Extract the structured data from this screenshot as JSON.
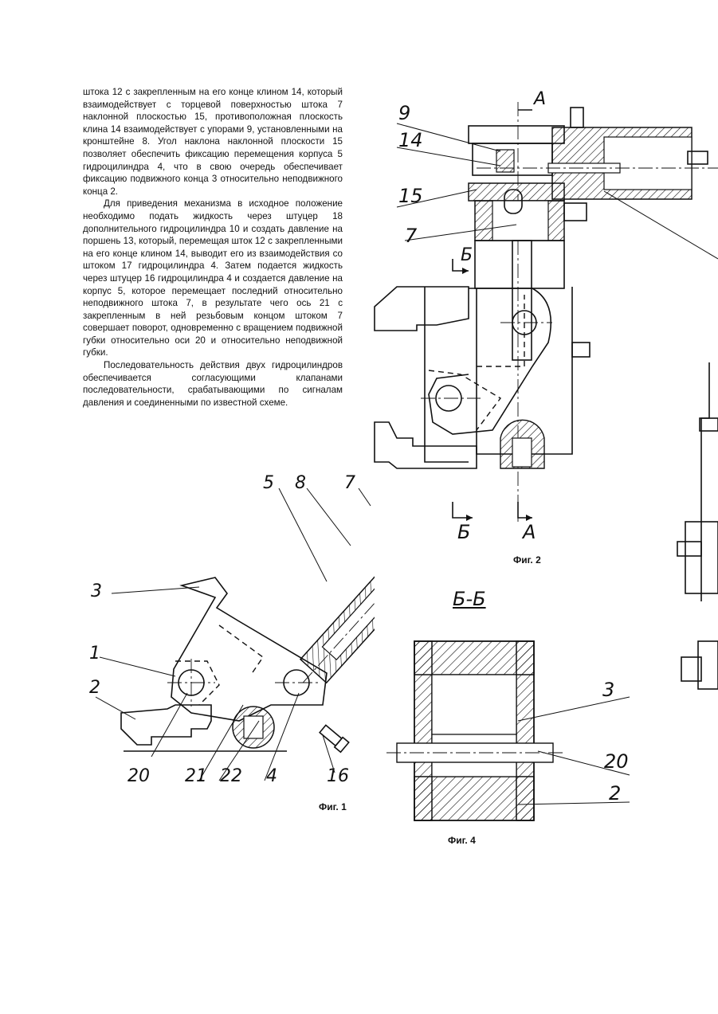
{
  "body": {
    "paragraphs": [
      "штока 12 с закрепленным на его конце клином 14, который взаимодействует с торцевой поверхностью штока 7 наклонной плоскостью 15, противоположная плоскость клина 14 взаимодействует с упорами 9, установленными на кронштейне 8. Угол наклона наклонной плоскости 15 позволяет обеспечить фиксацию перемещения корпуса 5 гидроцилиндра 4, что в свою очередь обеспечивает фиксацию подвижного конца 3 относительно неподвижного конца 2.",
      "Для приведения механизма в исходное положение необходимо подать жидкость через штуцер 18 дополнительного гидроцилиндра 10 и создать давление на поршень 13, который, перемещая шток 12 с закрепленными на его конце клином 14, выводит его из взаимодействия со штоком 17 гидроцилиндра 4. Затем подается жидкость через штуцер 16 гидроцилиндра 4 и создается давление на корпус 5, которое перемещает последний относительно неподвижного штока 7, в результате чего ось 21 с закрепленным в ней резьбовым концом штоком 7 совершает поворот, одновременно с вращением подвижной губки относительно оси 20 и относительно неподвижной губки.",
      "Последовательность действия двух гидроцилиндров обеспечивается согласующими клапанами последовательности, срабатывающими по сигналам давления и соединенными по известной схеме."
    ]
  },
  "figures": {
    "fig1": {
      "caption": "Фиг. 1",
      "labels": [
        "5",
        "8",
        "7",
        "3",
        "1",
        "2",
        "20",
        "21",
        "22",
        "4",
        "16"
      ]
    },
    "fig2": {
      "caption": "Фиг. 2",
      "labels": [
        "9",
        "14",
        "15",
        "7",
        "Б",
        "Б",
        "А",
        "А"
      ]
    },
    "fig4": {
      "caption": "Фиг. 4",
      "section_label": "Б-Б",
      "labels": [
        "3",
        "20",
        "2"
      ]
    }
  }
}
